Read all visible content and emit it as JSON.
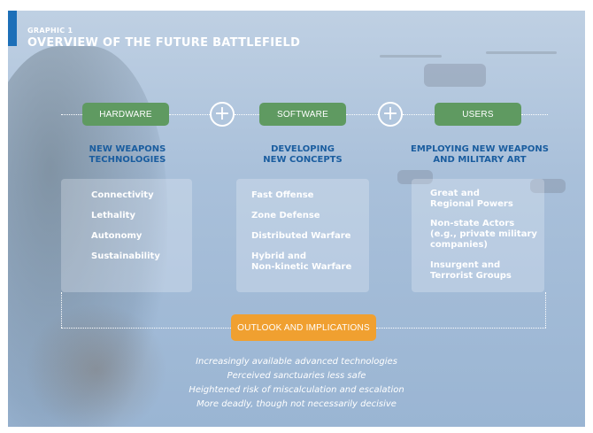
{
  "header": {
    "label": "GRAPHIC 1",
    "title": "OVERVIEW OF THE FUTURE BATTLEFIELD"
  },
  "columns": [
    {
      "pill": "HARDWARE",
      "heading_lines": [
        "NEW WEAPONS",
        "TECHNOLOGIES"
      ],
      "items": [
        "Connectivity",
        "Lethality",
        "Autonomy",
        "Sustainability"
      ]
    },
    {
      "pill": "SOFTWARE",
      "heading_lines": [
        "DEVELOPING",
        "NEW CONCEPTS"
      ],
      "items": [
        "Fast Offense",
        "Zone Defense",
        "Distributed Warfare",
        "Hybrid and\nNon-kinetic Warfare"
      ]
    },
    {
      "pill": "USERS",
      "heading_lines": [
        "EMPLOYING NEW WEAPONS",
        "AND MILITARY ART"
      ],
      "items": [
        "Great and\nRegional Powers",
        "Non-state Actors\n(e.g., private military\ncompanies)",
        "Insurgent and\nTerrorist Groups"
      ]
    }
  ],
  "plus_symbol": "+",
  "outlook": {
    "pill": "OUTLOOK AND IMPLICATIONS",
    "lines": [
      "Increasingly available advanced technologies",
      "Perceived sanctuaries less safe",
      "Heightened risk of miscalculation and escalation",
      "More deadly, though not necessarily decisive"
    ]
  },
  "colors": {
    "accent_blue": "#1d6fb8",
    "heading_blue": "#1a5d9f",
    "pill_green": "#5f9a61",
    "pill_orange": "#f0a030",
    "background": "#a9c0da"
  }
}
